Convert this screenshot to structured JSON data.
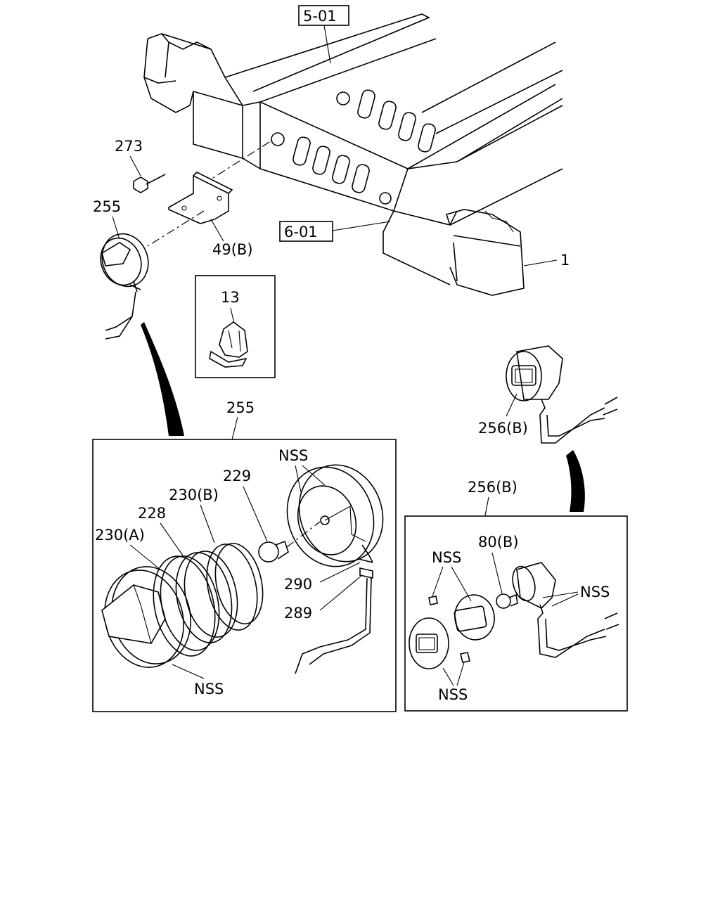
{
  "callouts": {
    "ref_5_01": "5-01",
    "ref_6_01": "6-01",
    "p1": "1",
    "p273": "273",
    "p255_top": "255",
    "p49b": "49(B)",
    "p13": "13",
    "p256b_top": "256(B)",
    "p255_box": "255",
    "p256b_box": "256(B)",
    "p229": "229",
    "p230b": "230(B)",
    "p228": "228",
    "p230a": "230(A)",
    "nss_lamp_top": "NSS",
    "p290": "290",
    "p289": "289",
    "nss_lamp_bottom": "NSS",
    "p80b": "80(B)",
    "nss_marker_left": "NSS",
    "nss_marker_right": "NSS",
    "nss_marker_bottom": "NSS"
  }
}
